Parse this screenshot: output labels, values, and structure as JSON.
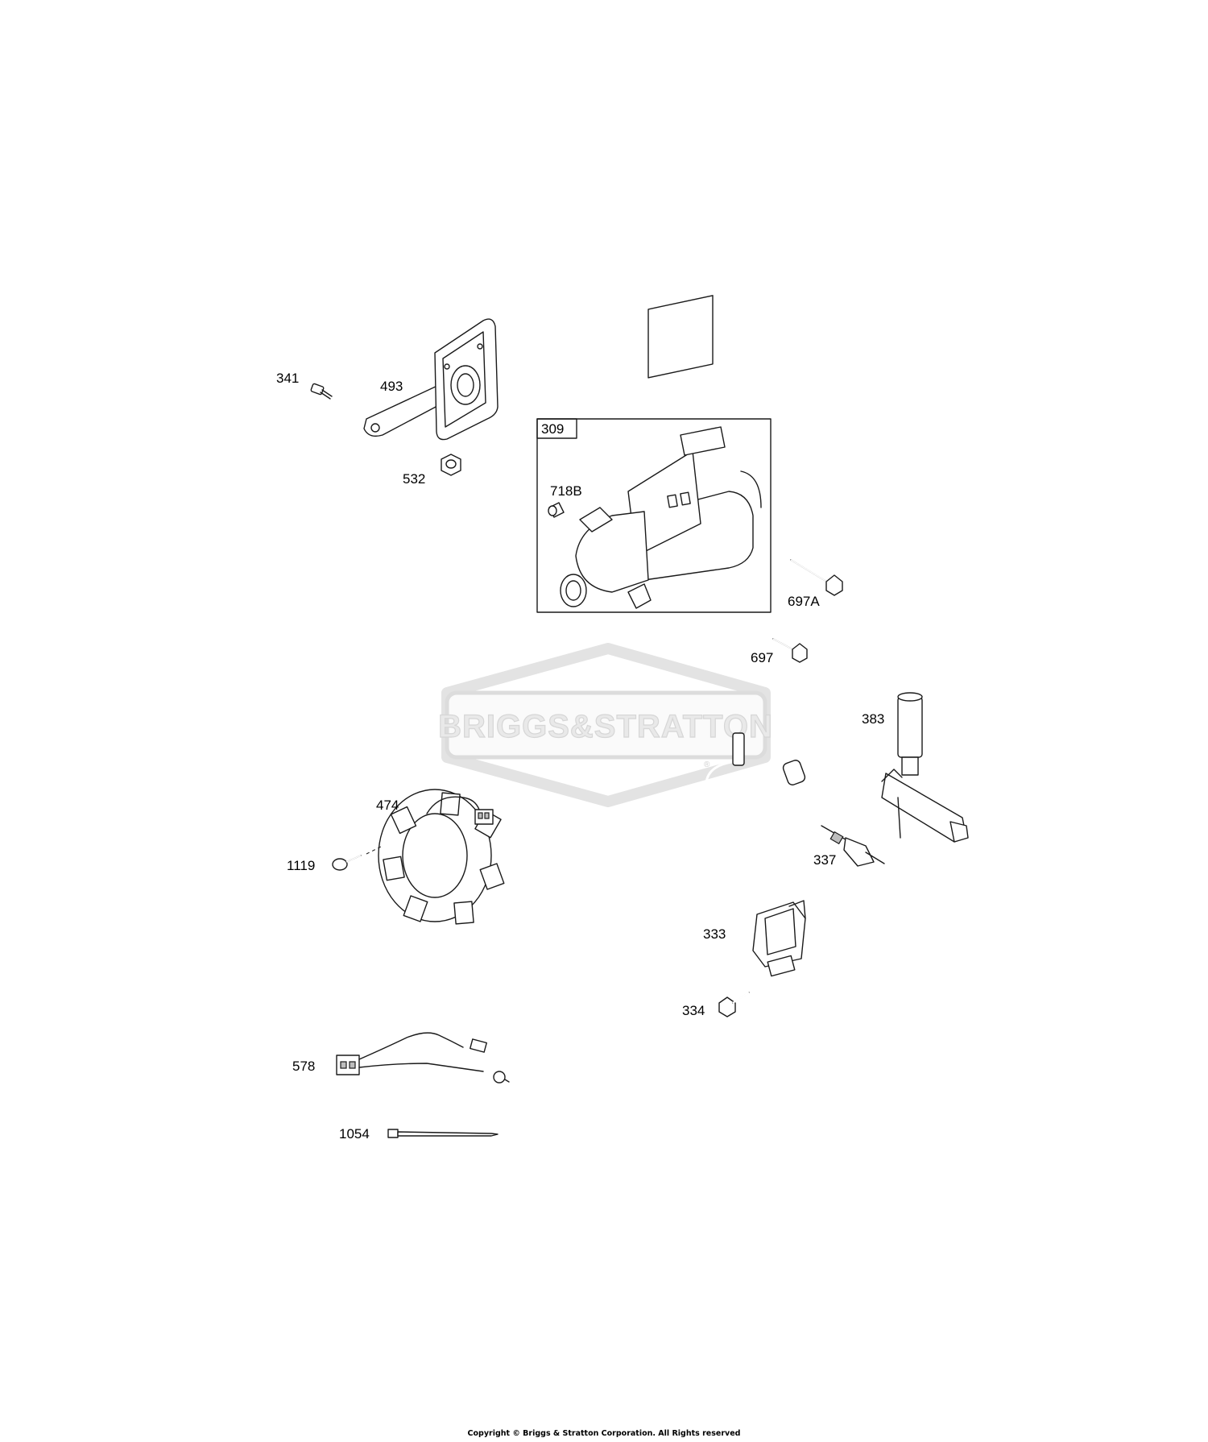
{
  "watermark": {
    "brand": "BRIGGS&STRATTON",
    "registered_mark": "®"
  },
  "parts": [
    {
      "id": "341"
    },
    {
      "id": "493"
    },
    {
      "id": "532"
    },
    {
      "id": "309"
    },
    {
      "id": "718B"
    },
    {
      "id": "697A"
    },
    {
      "id": "697"
    },
    {
      "id": "383"
    },
    {
      "id": "474"
    },
    {
      "id": "1119"
    },
    {
      "id": "337"
    },
    {
      "id": "333"
    },
    {
      "id": "334"
    },
    {
      "id": "578"
    },
    {
      "id": "1054"
    }
  ],
  "footer": {
    "copyright": "Copyright © Briggs & Stratton Corporation. All Rights reserved"
  }
}
